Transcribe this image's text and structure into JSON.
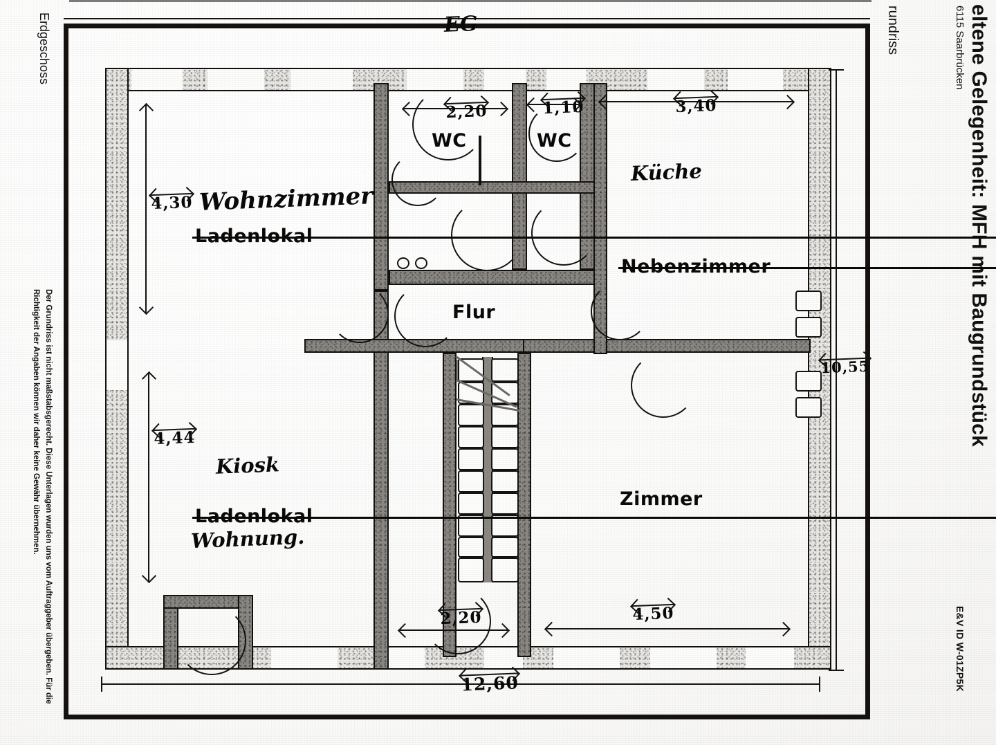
{
  "listing": {
    "title": "eltene Gelegenheit: MFH mit Baugrundstück",
    "address": "6115 Saarbrücken",
    "ev_id": "E&V ID W-01ZP5K",
    "plan_type": "rundriss",
    "floor": "Erdgeschoss",
    "disclaimer": "Der Grundriss ist nicht maßstabsgerecht. Diese Unterlagen wurden uns vom Auftraggeber übergeben. Für die Richtigkeit der Angaben können wir daher keine Gewähr übernehmen."
  },
  "plan": {
    "floor_marker": "EG",
    "rooms": {
      "wohnzimmer": {
        "handwritten": "Wohnzimmer",
        "printed": "Ladenlokal",
        "width_label": "4,30"
      },
      "kiosk": {
        "handwritten": "Kiosk",
        "printed": "Ladenlokal",
        "note": "Wohnung.",
        "width_label": "4,44"
      },
      "wc_left": {
        "printed": "WC",
        "width_label": "2,20"
      },
      "wc_right": {
        "printed": "WC",
        "width_label": "1,10"
      },
      "kueche": {
        "handwritten": "Küche",
        "printed": "Nebenzimmer",
        "width_label": "3,40"
      },
      "flur": {
        "printed": "Flur"
      },
      "zimmer": {
        "printed": "Zimmer",
        "width_label": "4,50"
      },
      "stair_bay": {
        "width_label": "2,20"
      }
    },
    "dimensions": {
      "top_wc_left": "2,20",
      "top_wc_right": "1,10",
      "top_kueche": "3,40",
      "left_upper": "4,30",
      "left_lower": "4,44",
      "bottom_stair": "2,20",
      "bottom_zimmer": "4,50",
      "overall_width": "12,60",
      "overall_height": "10,55"
    }
  }
}
